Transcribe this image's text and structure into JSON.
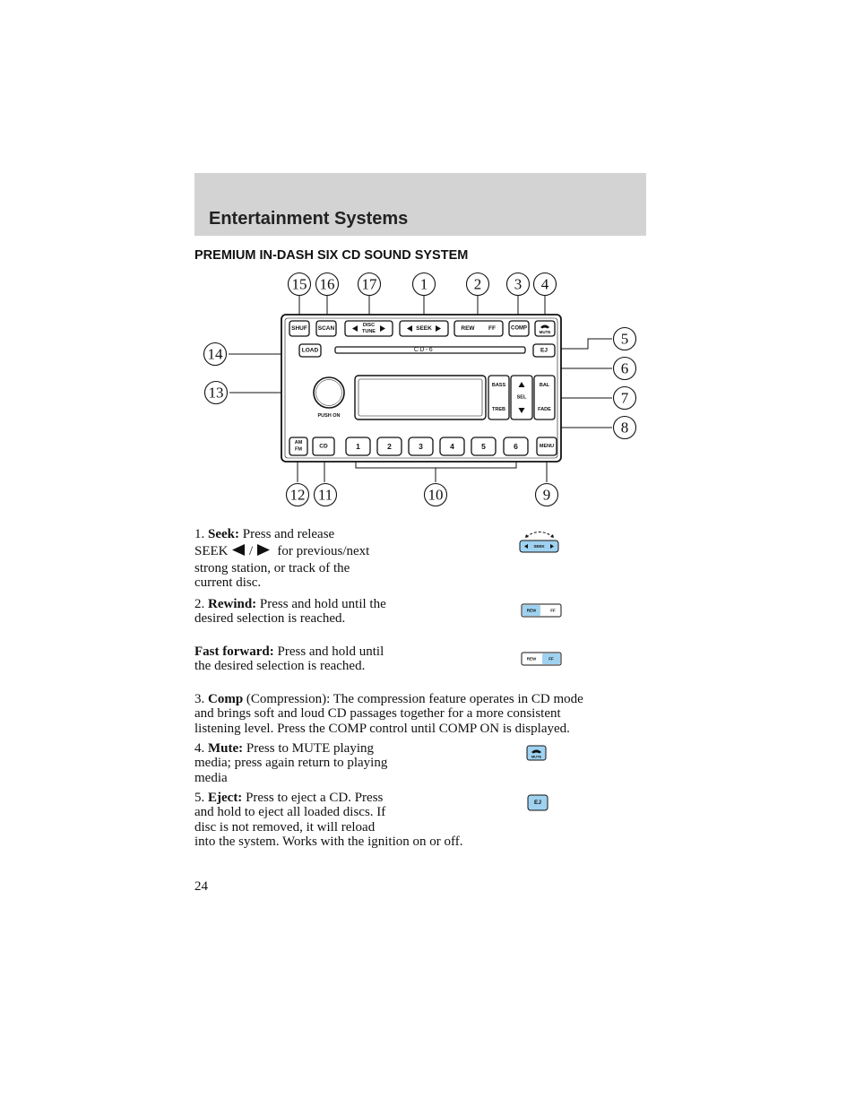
{
  "header": {
    "title": "Entertainment Systems"
  },
  "section": {
    "title": "PREMIUM IN-DASH SIX CD SOUND SYSTEM"
  },
  "radio": {
    "logo": "CD-6",
    "buttons": {
      "shuf": "SHUF",
      "scan": "SCAN",
      "disc": "DISC",
      "tune": "TUNE",
      "seek": "SEEK",
      "rew": "REW",
      "ff": "FF",
      "comp": "COMP",
      "mute": "MUTE",
      "load": "LOAD",
      "ej": "EJ",
      "bass": "BASS",
      "treb": "TREB",
      "sel": "SEL",
      "bal": "BAL",
      "fade": "FADE",
      "push_on": "PUSH ON",
      "am": "AM",
      "fm": "FM",
      "cd": "CD",
      "menu": "MENU",
      "presets": [
        "1",
        "2",
        "3",
        "4",
        "5",
        "6"
      ]
    },
    "callouts": [
      "15",
      "16",
      "17",
      "1",
      "2",
      "3",
      "4",
      "5",
      "6",
      "7",
      "8",
      "14",
      "13",
      "12",
      "11",
      "10",
      "9"
    ]
  },
  "items": {
    "seek": {
      "num": "1.",
      "label": "Seek:",
      "t1": "Press and release",
      "t2": "SEEK",
      "t3": "/",
      "t4": "for previous/next",
      "t5": "strong station, or track of the",
      "t6": "current disc."
    },
    "rewind": {
      "num": "2.",
      "label": "Rewind:",
      "t1": "Press and hold until the",
      "t2": "desired selection is reached."
    },
    "ff": {
      "label": "Fast forward:",
      "t1": "Press and hold until",
      "t2": "the desired selection is reached."
    },
    "comp": {
      "num": "3.",
      "label": "Comp",
      "t1": "(Compression): The compression feature operates in CD mode",
      "t2": "and brings soft and loud CD passages together for a more consistent",
      "t3": "listening level. Press the COMP control until COMP ON is displayed."
    },
    "mute": {
      "num": "4.",
      "label": "Mute:",
      "t1": "Press to MUTE playing",
      "t2": "media; press again return to playing",
      "t3": "media"
    },
    "eject": {
      "num": "5.",
      "label": "Eject:",
      "t1": "Press to eject a CD. Press",
      "t2": "and hold to eject all loaded discs. If",
      "t3": "disc is not removed, it will reload",
      "t4": "into the system. Works with the ignition on or off."
    }
  },
  "page_number": "24"
}
